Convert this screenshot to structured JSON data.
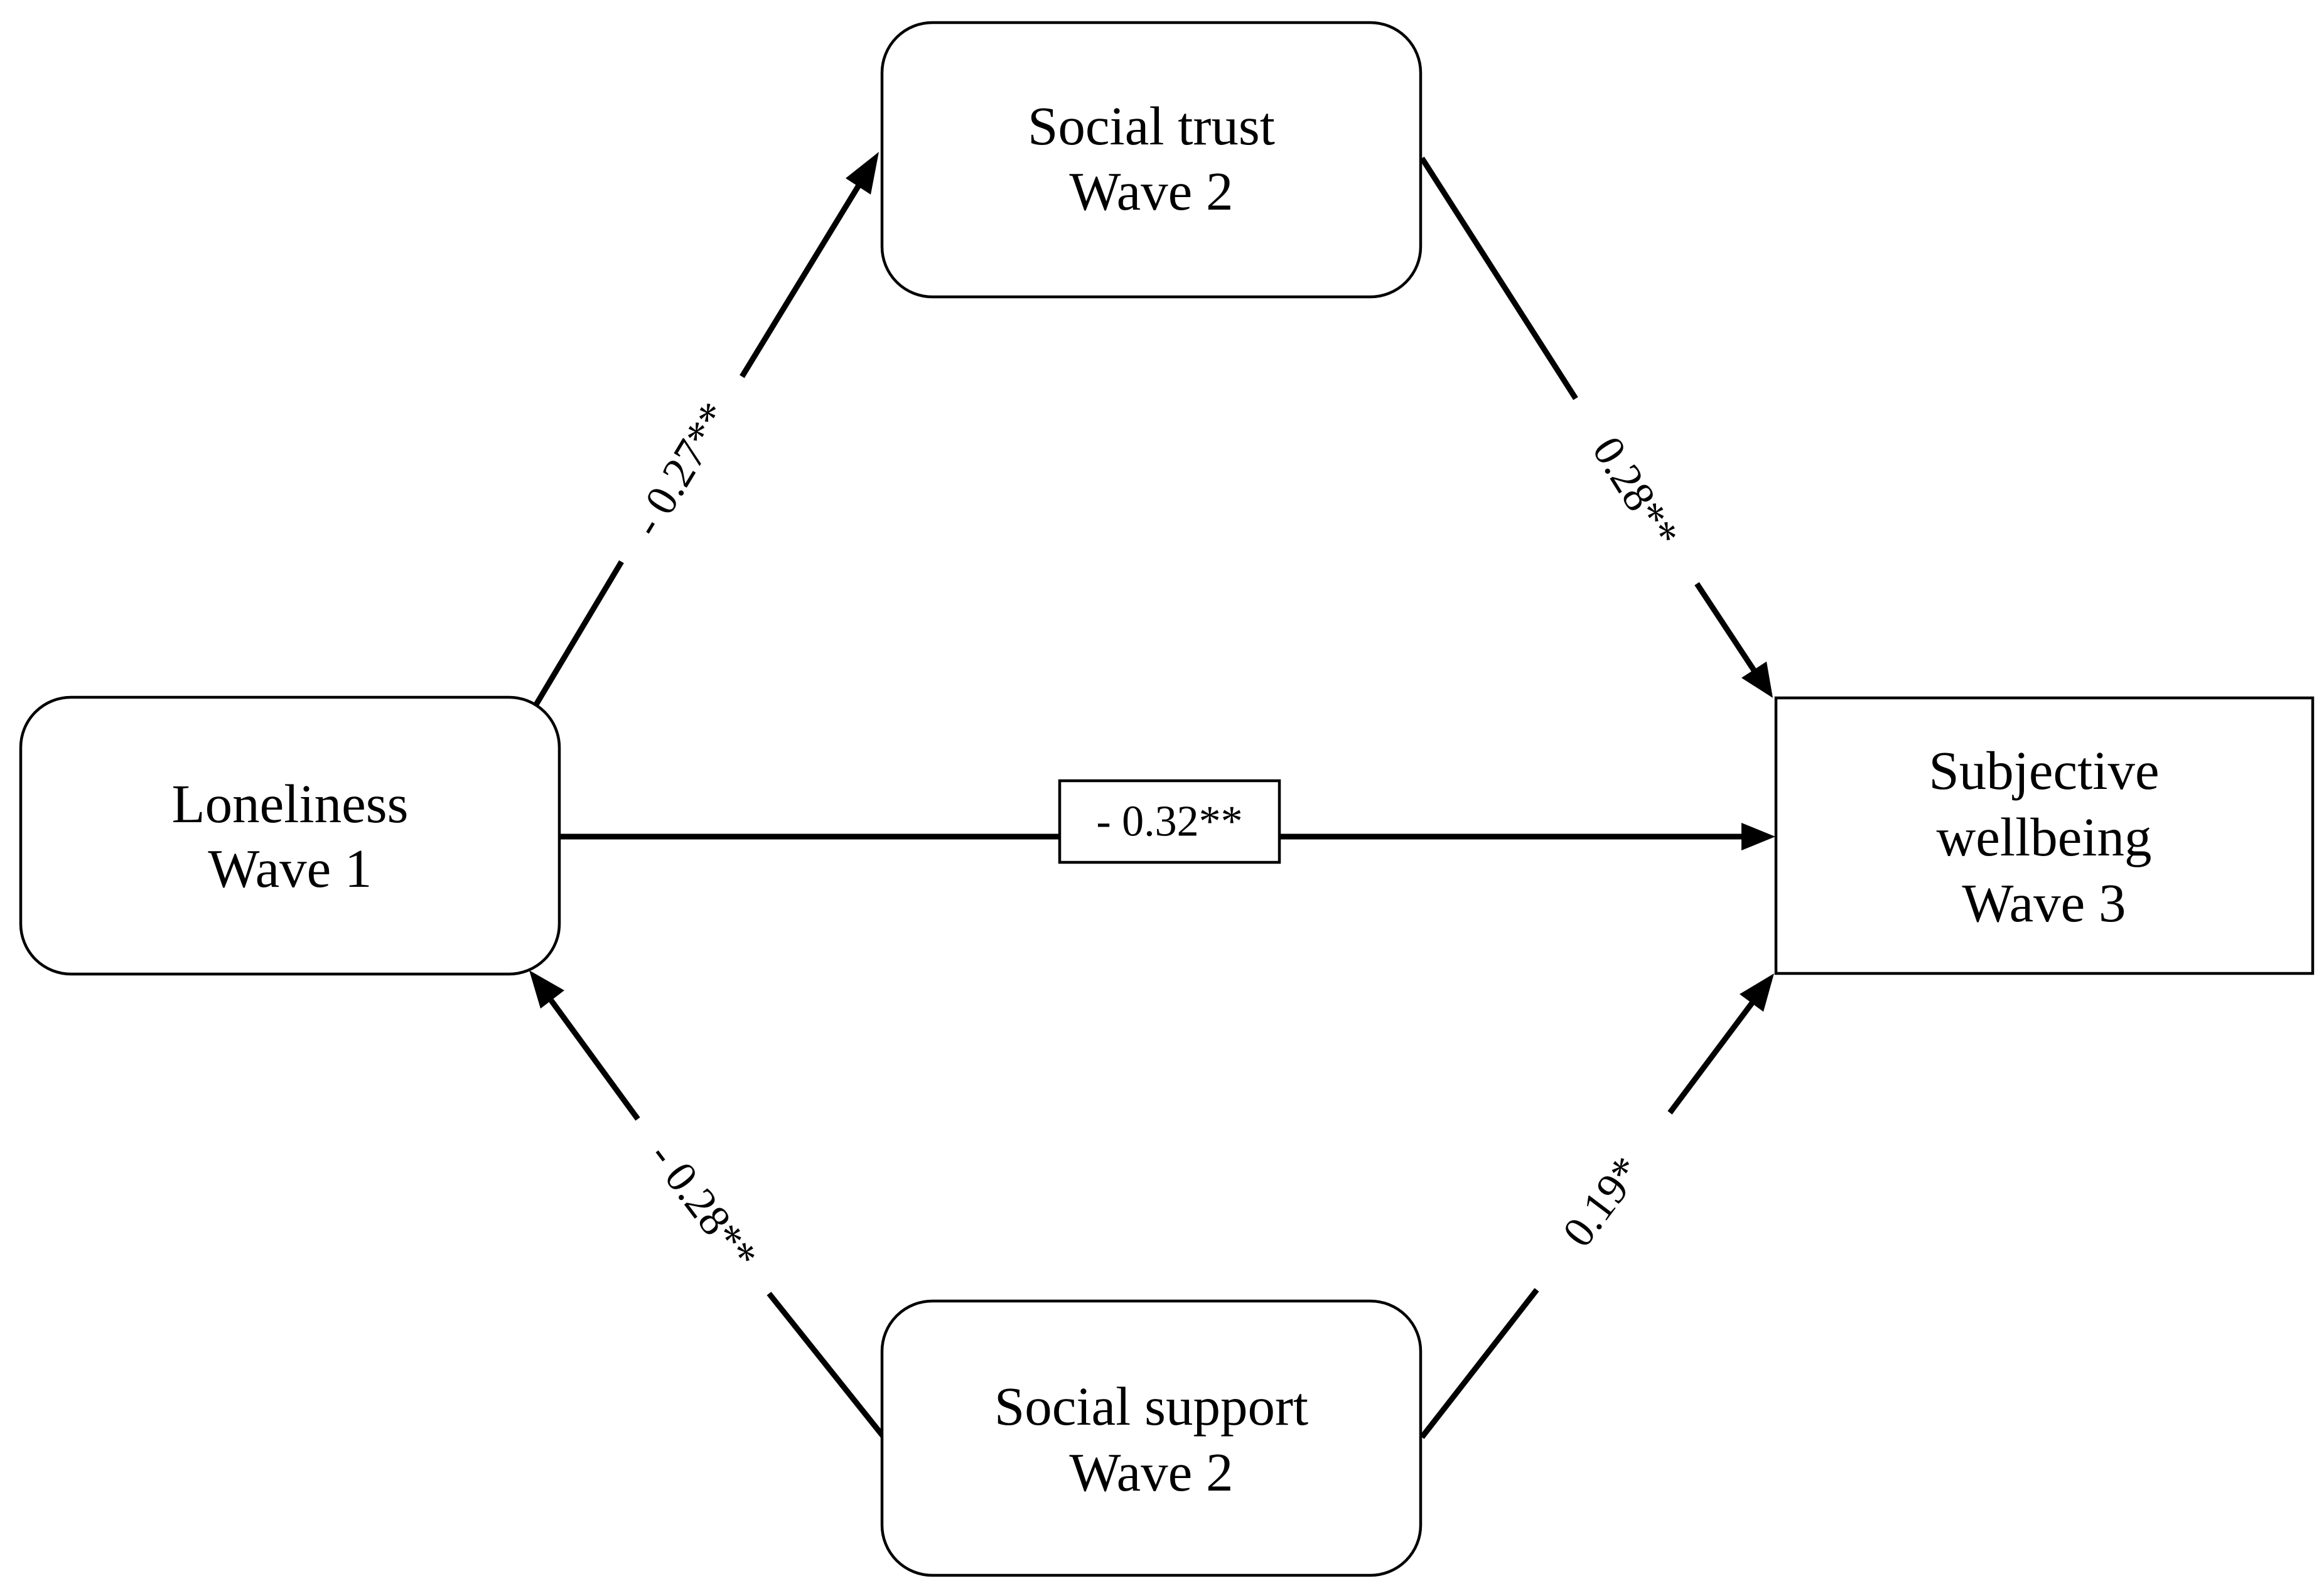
{
  "nodes": {
    "social_trust": {
      "line1": "Social trust",
      "line2": "Wave 2"
    },
    "loneliness": {
      "line1": "Loneliness",
      "line2": "Wave 1"
    },
    "subjective_wellbeing": {
      "line1": "Subjective",
      "line2": "wellbeing",
      "line3": "Wave 3"
    },
    "social_support": {
      "line1": "Social support",
      "line2": "Wave 2"
    }
  },
  "paths": {
    "loneliness_to_trust": "- 0.27**",
    "trust_to_wellbeing": "0.28**",
    "loneliness_to_wellbeing": "- 0.32**",
    "support_to_loneliness": "- 0.28**",
    "support_to_wellbeing": "0.19*"
  }
}
